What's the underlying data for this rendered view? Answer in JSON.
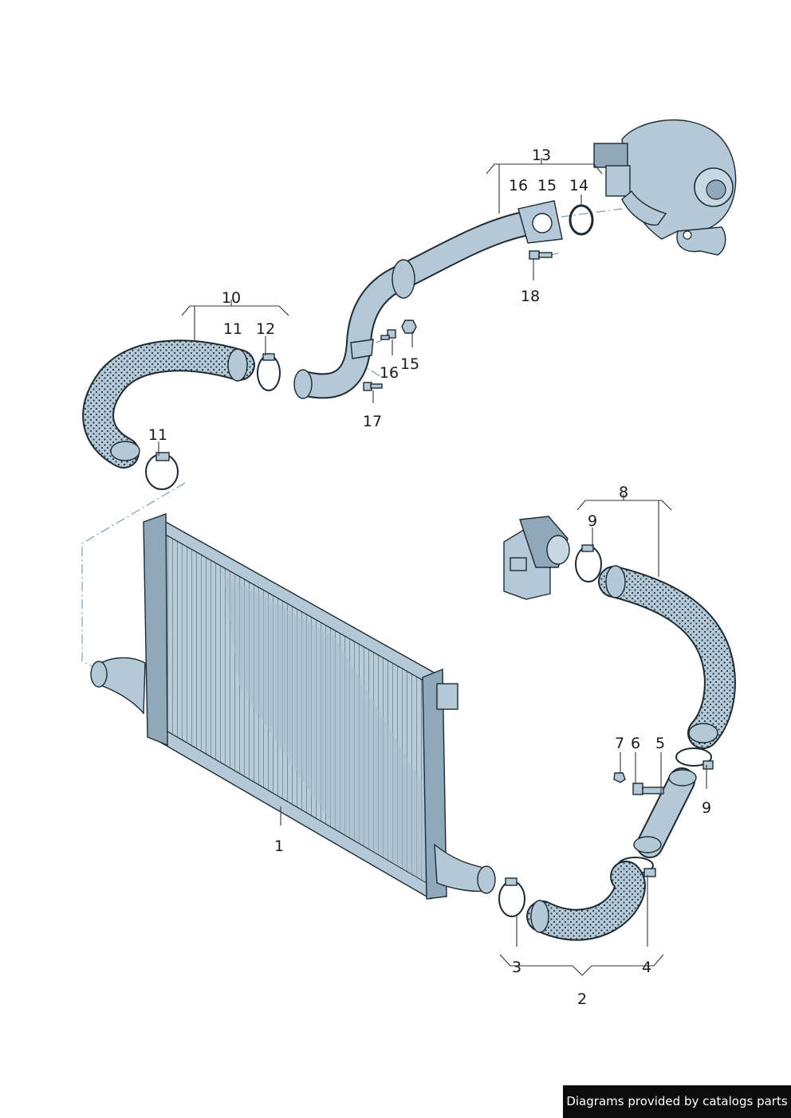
{
  "callouts": {
    "p1": "1",
    "p2": "2",
    "p3": "3",
    "p4": "4",
    "p5": "5",
    "p6": "6",
    "p7": "7",
    "p8": "8",
    "p9a": "9",
    "p9b": "9",
    "p10": "10",
    "p11a": "11",
    "p11b": "11",
    "p12": "12",
    "p13": "13",
    "p14": "14",
    "p15a": "15",
    "p15b": "15",
    "p16a": "16",
    "p16b": "16",
    "p17": "17",
    "p18": "18"
  },
  "credit": "Diagrams provided by catalogs parts",
  "colors": {
    "metal": "#b4c9d7",
    "line": "#1e2a33",
    "background": "#ffffff"
  }
}
